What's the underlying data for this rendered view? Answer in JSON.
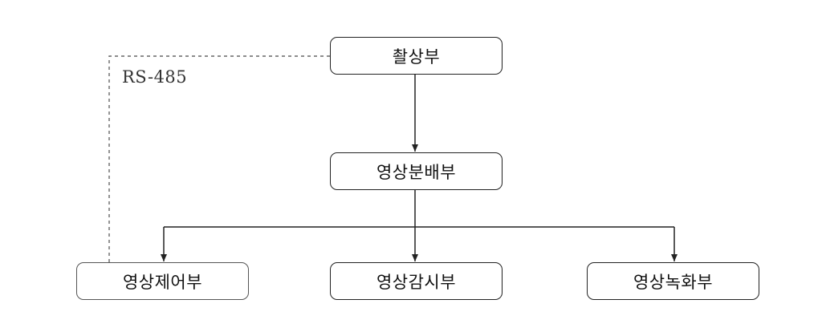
{
  "diagram": {
    "nodes": {
      "capture": "촬상부",
      "distributor": "영상분배부",
      "control": "영상제어부",
      "monitor": "영상감시부",
      "recorder": "영상녹화부"
    },
    "control_link_label": "RS-485",
    "edges": [
      {
        "from": "capture",
        "to": "distributor",
        "style": "solid-arrow"
      },
      {
        "from": "distributor",
        "to": "control",
        "style": "solid-arrow"
      },
      {
        "from": "distributor",
        "to": "monitor",
        "style": "solid-arrow"
      },
      {
        "from": "distributor",
        "to": "recorder",
        "style": "solid-arrow"
      },
      {
        "from": "control",
        "to": "capture",
        "style": "dashed"
      }
    ],
    "colors": {
      "line": "#222222",
      "dashed_line": "#666666",
      "text": "#111111"
    }
  }
}
